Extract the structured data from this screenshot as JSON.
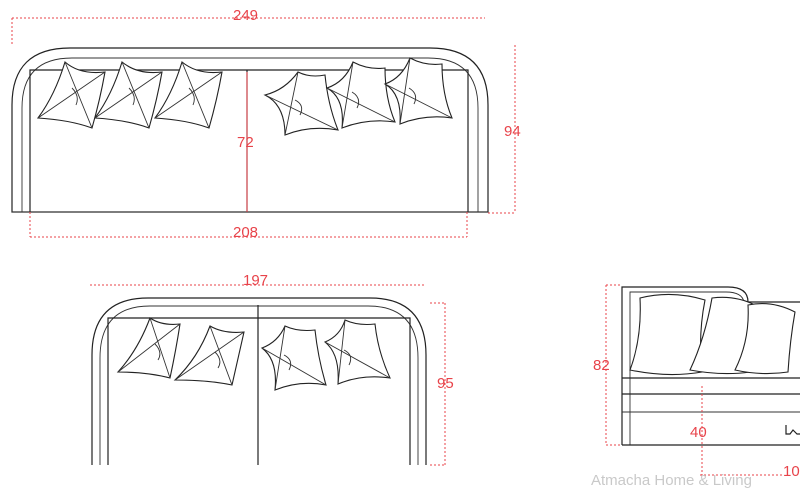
{
  "dimensions": {
    "top_width": "249",
    "top_depth": "94",
    "top_back_height": "72",
    "top_seat_width": "208",
    "mid_width": "197",
    "mid_depth": "95",
    "side_height": "82",
    "side_seat": "40",
    "side_partial": "10"
  },
  "watermark": "Atmacha Home & Living",
  "colors": {
    "dimension": "#e8434a",
    "line": "#222222",
    "watermark": "#c9c9c9"
  }
}
